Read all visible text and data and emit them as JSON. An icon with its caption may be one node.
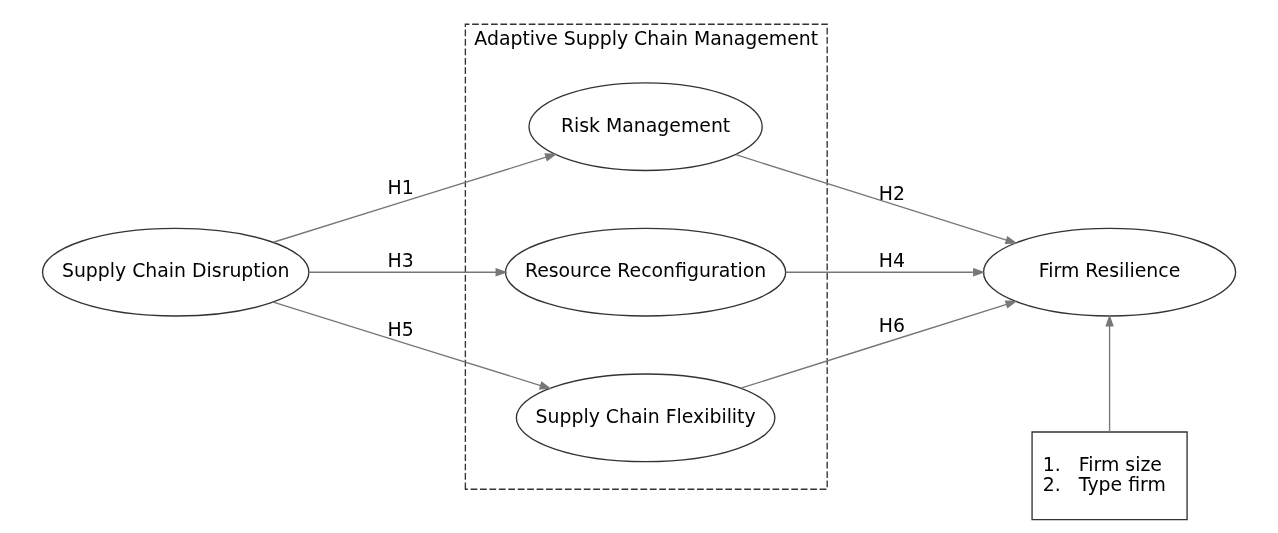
{
  "diagram": {
    "nodes": [
      {
        "text": [
          "Supply Chain Disruption"
        ]
      },
      {
        "text": [
          "Adaptive Supply Chain Management"
        ]
      },
      {
        "text": [
          "Risk Management"
        ],
        "in": 1
      },
      {
        "text": [
          "Resource Reconfiguration"
        ],
        "in": 1
      },
      {
        "text": [
          "Supply Chain Flexibility"
        ],
        "in": 1
      },
      {
        "text": [
          "Firm Resilience"
        ]
      },
      {
        "text": [
          "1.   Firm size",
          "2.   Type firm"
        ]
      }
    ],
    "edges": [
      {
        "from": 0,
        "to": 2,
        "arrow": "to",
        "label": "H1"
      },
      {
        "from": 0,
        "to": 3,
        "arrow": "to",
        "label": "H3"
      },
      {
        "from": 0,
        "to": 4,
        "arrow": "to",
        "label": "H5"
      },
      {
        "from": 2,
        "to": 5,
        "arrow": "to",
        "label": "H2"
      },
      {
        "from": 3,
        "to": 5,
        "arrow": "to",
        "label": "H4"
      },
      {
        "from": 4,
        "to": 5,
        "arrow": "to",
        "label": "H6"
      },
      {
        "from": 6,
        "to": 5,
        "arrow": "to"
      }
    ]
  }
}
